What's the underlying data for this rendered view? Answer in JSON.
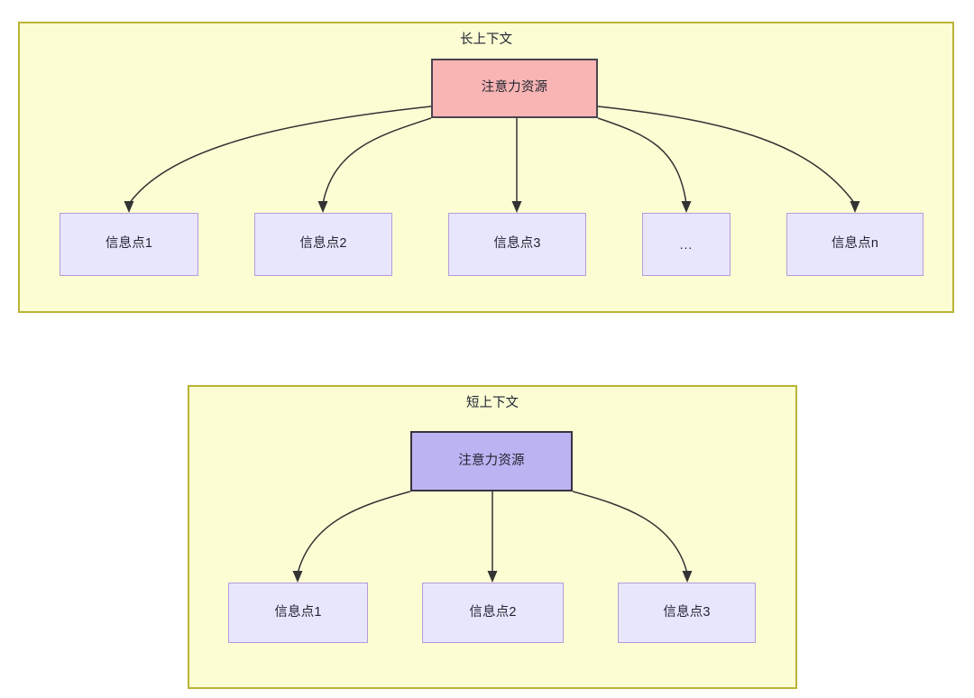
{
  "diagram": {
    "type": "attention-allocation-comparison",
    "background": "#ffffff",
    "panels": [
      {
        "id": "long-context",
        "title": "长上下文",
        "fill": "#fdfdd4",
        "border": "#b9b335",
        "root": {
          "label": "注意力资源",
          "fill": "#f9b4b4",
          "border": "#4a4550"
        },
        "children": [
          {
            "label": "信息点1",
            "fill": "#e8e6fd",
            "border": "#b39ddb"
          },
          {
            "label": "信息点2",
            "fill": "#e8e6fd",
            "border": "#b39ddb"
          },
          {
            "label": "信息点3",
            "fill": "#e8e6fd",
            "border": "#b39ddb"
          },
          {
            "label": "...",
            "fill": "#e8e6fd",
            "border": "#b39ddb"
          },
          {
            "label": "信息点n",
            "fill": "#e8e6fd",
            "border": "#b39ddb"
          }
        ]
      },
      {
        "id": "short-context",
        "title": "短上下文",
        "fill": "#fdfdd4",
        "border": "#b9b335",
        "root": {
          "label": "注意力资源",
          "fill": "#bcb4f2",
          "border": "#37323e"
        },
        "children": [
          {
            "label": "信息点1",
            "fill": "#e8e6fd",
            "border": "#b39ddb"
          },
          {
            "label": "信息点2",
            "fill": "#e8e6fd",
            "border": "#b39ddb"
          },
          {
            "label": "信息点3",
            "fill": "#e8e6fd",
            "border": "#b39ddb"
          }
        ]
      }
    ],
    "edge_color": "#333333"
  }
}
